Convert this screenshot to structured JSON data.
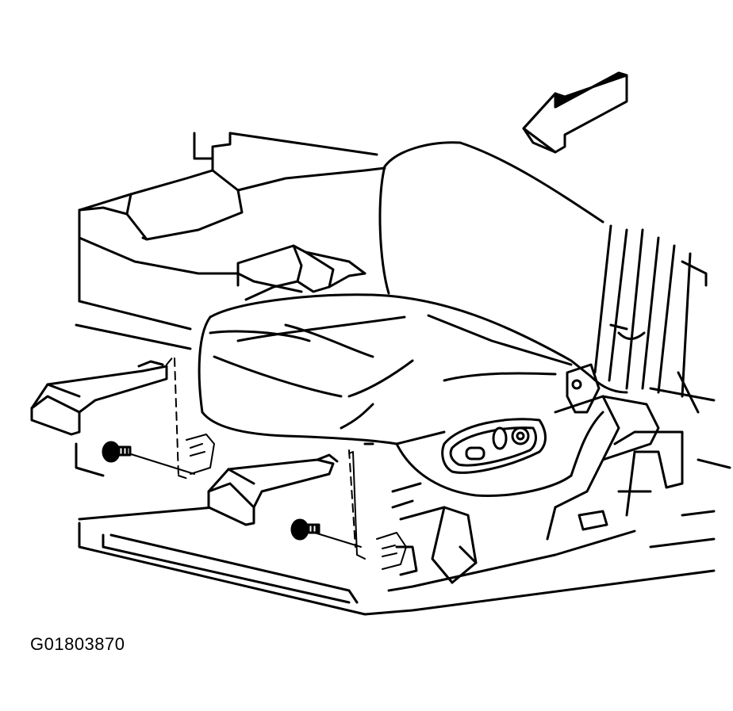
{
  "figure": {
    "id_label": "G01803870"
  },
  "diagram": {
    "subject": "seat-and-floor-illustration",
    "line_color": "#000000",
    "background_color": "#ffffff",
    "icons": [
      "direction-arrow",
      "seat-cushion",
      "seat-back",
      "seat-switch-panel",
      "track-cover",
      "bolt"
    ]
  }
}
